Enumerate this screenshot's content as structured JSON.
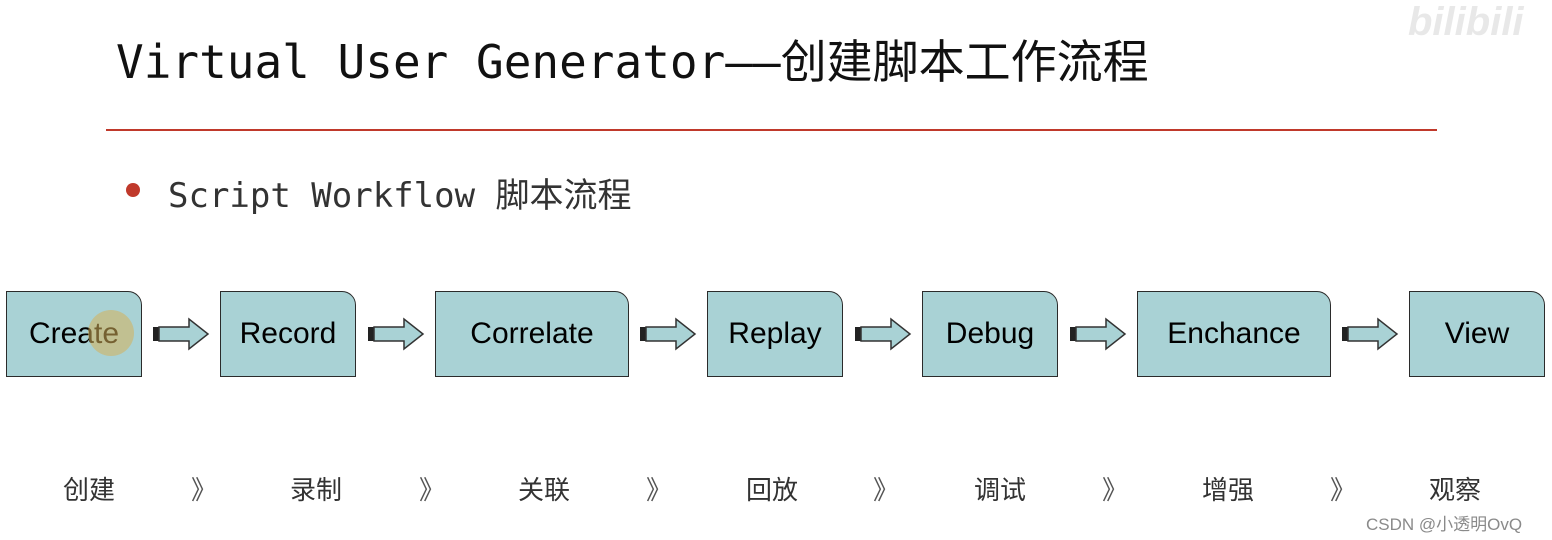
{
  "title": "Virtual User Generator——创建脚本工作流程",
  "bullet": "Script Workflow 脚本流程",
  "steps": [
    {
      "label": "Create",
      "cn": "创建"
    },
    {
      "label": "Record",
      "cn": "录制"
    },
    {
      "label": "Correlate",
      "cn": "关联"
    },
    {
      "label": "Replay",
      "cn": "回放"
    },
    {
      "label": "Debug",
      "cn": "调试"
    },
    {
      "label": "Enchance",
      "cn": "增强"
    },
    {
      "label": "View",
      "cn": "观察"
    }
  ],
  "separator": "》",
  "watermark": "bilibili",
  "credit": "CSDN @小透明OvQ",
  "colors": {
    "accent": "#c0392b",
    "box_fill": "#a9d2d5"
  }
}
